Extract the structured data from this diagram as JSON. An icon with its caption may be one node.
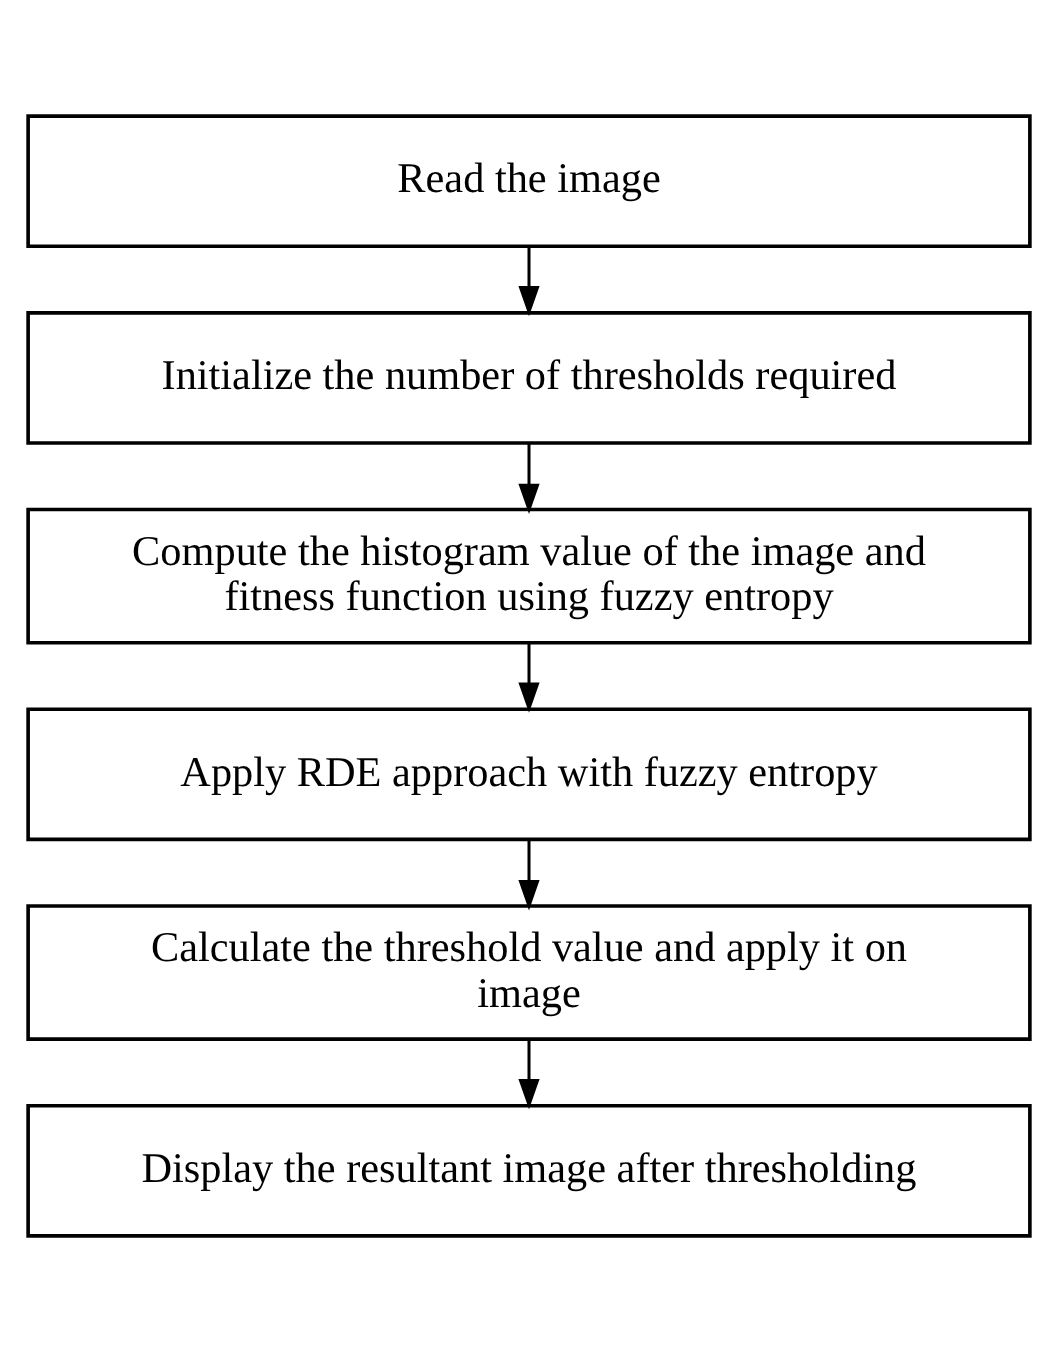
{
  "diagram": {
    "nodes": [
      {
        "text": [
          "Read the image"
        ]
      },
      {
        "text": [
          "Initialize the number of thresholds required"
        ]
      },
      {
        "text": [
          "Compute the histogram value of the image and fitness function using fuzzy entropy"
        ]
      },
      {
        "text": [
          "Apply RDE approach with fuzzy entropy"
        ]
      },
      {
        "text": [
          "Calculate the threshold value and apply it on image"
        ]
      },
      {
        "text": [
          "Display the resultant image after thresholding"
        ]
      }
    ],
    "edges": [
      {
        "from": 0,
        "to": 1,
        "arrow": "to"
      },
      {
        "from": 1,
        "to": 2,
        "arrow": "to"
      },
      {
        "from": 2,
        "to": 3,
        "arrow": "to"
      },
      {
        "from": 3,
        "to": 4,
        "arrow": "to"
      },
      {
        "from": 4,
        "to": 5,
        "arrow": "to"
      }
    ]
  }
}
